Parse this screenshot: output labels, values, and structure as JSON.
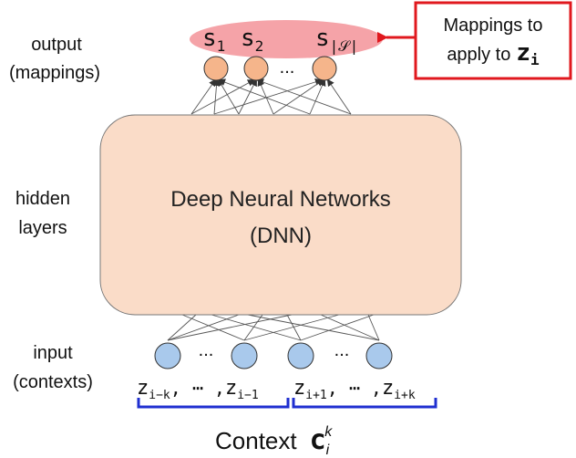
{
  "labels": {
    "output_line1": "output",
    "output_line2": "(mappings)",
    "hidden_line1": "hidden",
    "hidden_line2": "layers",
    "input_line1": "input",
    "input_line2": "(contexts)"
  },
  "network": {
    "dnn_line1": "Deep Neural Networks",
    "dnn_line2": "(DNN)",
    "output_dots": "...",
    "input_dots_left": "...",
    "input_dots_right": "..."
  },
  "output_symbols": {
    "s1": "s",
    "s1_sub": "1",
    "s2": "s",
    "s2_sub": "2",
    "sS": "s",
    "sS_sub": "|𝒮|"
  },
  "callout": {
    "line1": "Mappings to",
    "line2_text": "apply to",
    "line2_symbol": "z",
    "line2_sub": "i"
  },
  "input_symbols": {
    "left_first": "z",
    "left_first_sub": "i−k",
    "left_sep": ", ⋯ ,",
    "left_last": "z",
    "left_last_sub": "i−1",
    "right_first": "z",
    "right_first_sub": "i+1",
    "right_sep": ", ⋯ ,",
    "right_last": "z",
    "right_last_sub": "i+k"
  },
  "context": {
    "word": "Context",
    "symbol": "c",
    "sub": "i",
    "sup": "k"
  },
  "colors": {
    "output_node": "#f5b58b",
    "input_node": "#a9c9ec",
    "dnn_fill": "#fadcc8",
    "highlight": "#f5a3a8",
    "callout_border": "#e0181e",
    "brace": "#1f2fd0"
  }
}
